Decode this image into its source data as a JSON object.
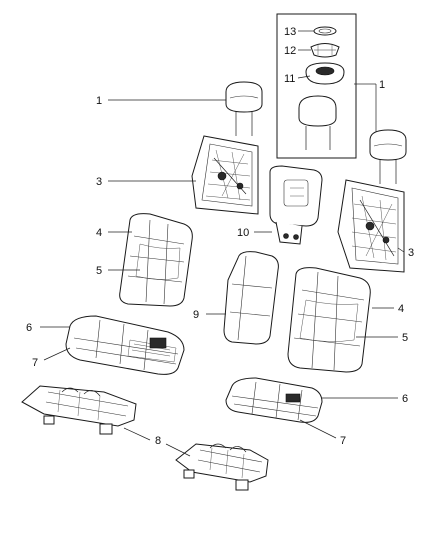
{
  "diagram": {
    "callouts": {
      "c1a": "1",
      "c1b": "1",
      "c3a": "3",
      "c3b": "3",
      "c4a": "4",
      "c4b": "4",
      "c5a": "5",
      "c5b": "5",
      "c6a": "6",
      "c6b": "6",
      "c7a": "7",
      "c7b": "7",
      "c8": "8",
      "c9": "9",
      "c10": "10",
      "c11": "11",
      "c12": "12",
      "c13": "13"
    }
  }
}
